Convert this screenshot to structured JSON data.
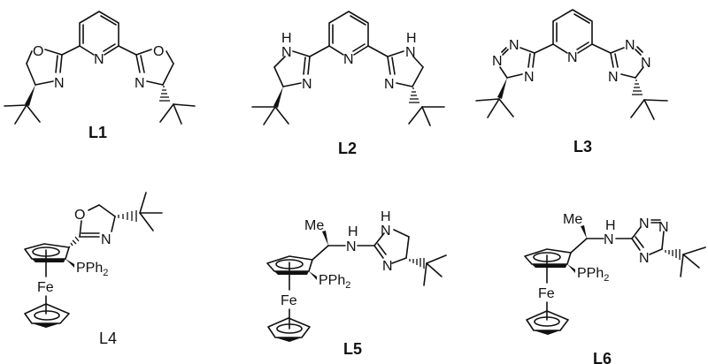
{
  "figure": {
    "description": "Structures of chiral ligands L1-L6",
    "background": "#ffffff",
    "line_color": "#111111"
  },
  "ligands": [
    {
      "id": "L1",
      "label": "L1",
      "class": "pyridine-bis(oxazoline) (PyBOX)",
      "atoms": {
        "o_left": "O",
        "o_right": "O",
        "n_py": "N",
        "n_left": "N",
        "n_right": "N"
      }
    },
    {
      "id": "L2",
      "label": "L2",
      "class": "pyridine-bis(imidazoline)",
      "atoms": {
        "nh_left_h": "H",
        "nh_left_n": "N",
        "nh_right_h": "H",
        "nh_right_n": "N",
        "n_py": "N",
        "n_left": "N",
        "n_right": "N"
      }
    },
    {
      "id": "L3",
      "label": "L3",
      "class": "pyridine-bis(triazoline)",
      "atoms": {
        "n_py": "N",
        "l_n1": "N",
        "l_n2": "N",
        "l_n3": "N",
        "r_n1": "N",
        "r_n2": "N",
        "r_n3": "N"
      }
    },
    {
      "id": "L4",
      "label": "L4",
      "class": "ferrocenyl phosphine-oxazoline",
      "atoms": {
        "o": "O",
        "n": "N",
        "p": "PPh",
        "p_sub": "2",
        "fe": "Fe"
      }
    },
    {
      "id": "L5",
      "label": "L5",
      "class": "ferrocenyl phosphine-aminoimidazoline",
      "atoms": {
        "me": "Me",
        "nh_h": "H",
        "nh_n": "N",
        "ring_h": "H",
        "ring_nh": "N",
        "ring_n": "N",
        "p": "PPh",
        "p_sub": "2",
        "fe": "Fe"
      }
    },
    {
      "id": "L6",
      "label": "L6",
      "class": "ferrocenyl phosphine-aminotriazoline",
      "atoms": {
        "me": "Me",
        "nh_h": "H",
        "nh_n": "N",
        "n1": "N",
        "n2": "N",
        "n3": "N",
        "p": "PPh",
        "p_sub": "2",
        "fe": "Fe"
      }
    }
  ]
}
